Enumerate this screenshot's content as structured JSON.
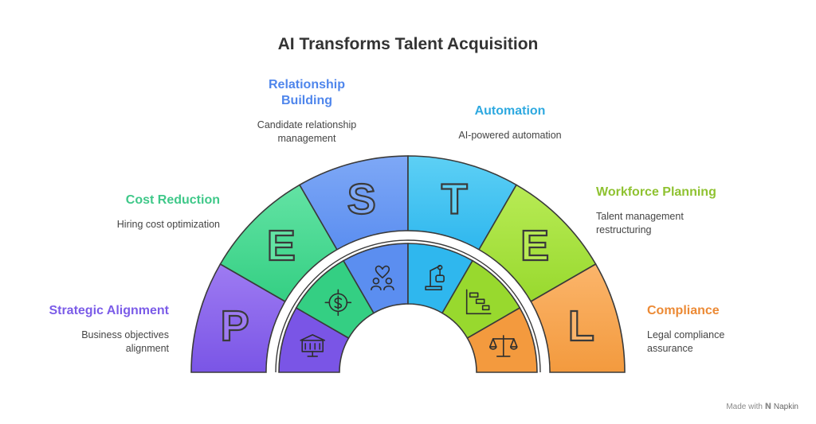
{
  "title": "AI Transforms Talent Acquisition",
  "segments": [
    {
      "letter": "P",
      "heading": "Strategic Alignment",
      "description": "Business objectives alignment",
      "color": "#9e7bf2",
      "color_dark": "#7a55e6",
      "text_color": "#7b5ce8",
      "icon": "building-icon"
    },
    {
      "letter": "E",
      "heading": "Cost Reduction",
      "description": "Hiring cost optimization",
      "color": "#63e3a4",
      "color_dark": "#34cf83",
      "text_color": "#3fc889",
      "icon": "dollar-target-icon"
    },
    {
      "letter": "S",
      "heading": "Relationship Building",
      "description": "Candidate relationship management",
      "color": "#7ea8f6",
      "color_dark": "#5b8ef0",
      "text_color": "#4f86ec",
      "icon": "relationship-heart-icon"
    },
    {
      "letter": "T",
      "heading": "Automation",
      "description": "AI-powered automation",
      "color": "#5dd0f5",
      "color_dark": "#2fb7ee",
      "text_color": "#2ea9e0",
      "icon": "robot-arm-icon"
    },
    {
      "letter": "E",
      "heading": "Workforce Planning",
      "description": "Talent management restructuring",
      "color": "#b8eb55",
      "color_dark": "#98d92e",
      "text_color": "#8fc231",
      "icon": "org-chart-icon"
    },
    {
      "letter": "L",
      "heading": "Compliance",
      "description": "Legal compliance assurance",
      "color": "#fbb56b",
      "color_dark": "#f39a3e",
      "text_color": "#ec8a35",
      "icon": "scales-icon"
    }
  ],
  "watermark": {
    "prefix": "Made with",
    "brand": "Napkin"
  }
}
